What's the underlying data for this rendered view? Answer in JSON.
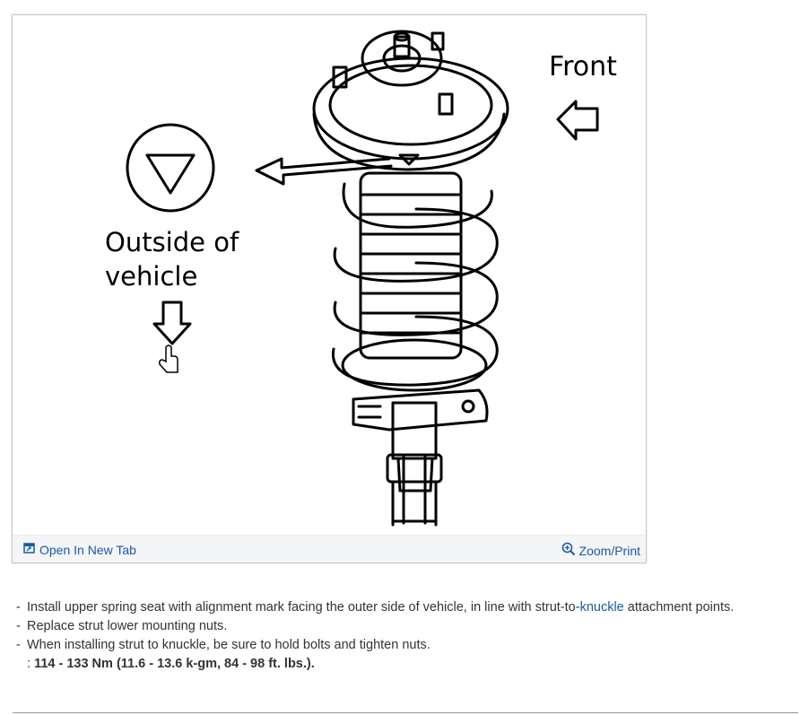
{
  "figure": {
    "labels": {
      "front": "Front",
      "outside_line1": "Outside of",
      "outside_line2": "vehicle"
    },
    "toolbar": {
      "open_new_tab": "Open In New Tab",
      "zoom_print": "Zoom/Print"
    },
    "icons": [
      "external-tab-icon",
      "zoom-icon",
      "hand-cursor-icon"
    ]
  },
  "notes": {
    "items": [
      {
        "prefix": "Install upper spring seat with alignment mark facing the outer side of vehicle, in line with strut-to-",
        "link": "knuckle",
        "suffix": " attachment points."
      },
      {
        "text": "Replace strut lower mounting nuts."
      },
      {
        "text": "When installing strut to knuckle, be sure to hold bolts and tighten nuts."
      }
    ],
    "torque_prefix": ": ",
    "torque": "114 - 133 Nm (11.6 - 13.6 k-gm, 84 - 98 ft. lbs.)."
  },
  "colors": {
    "link": "#1a5aa6",
    "text": "#333333",
    "border": "#c9c9c9"
  }
}
